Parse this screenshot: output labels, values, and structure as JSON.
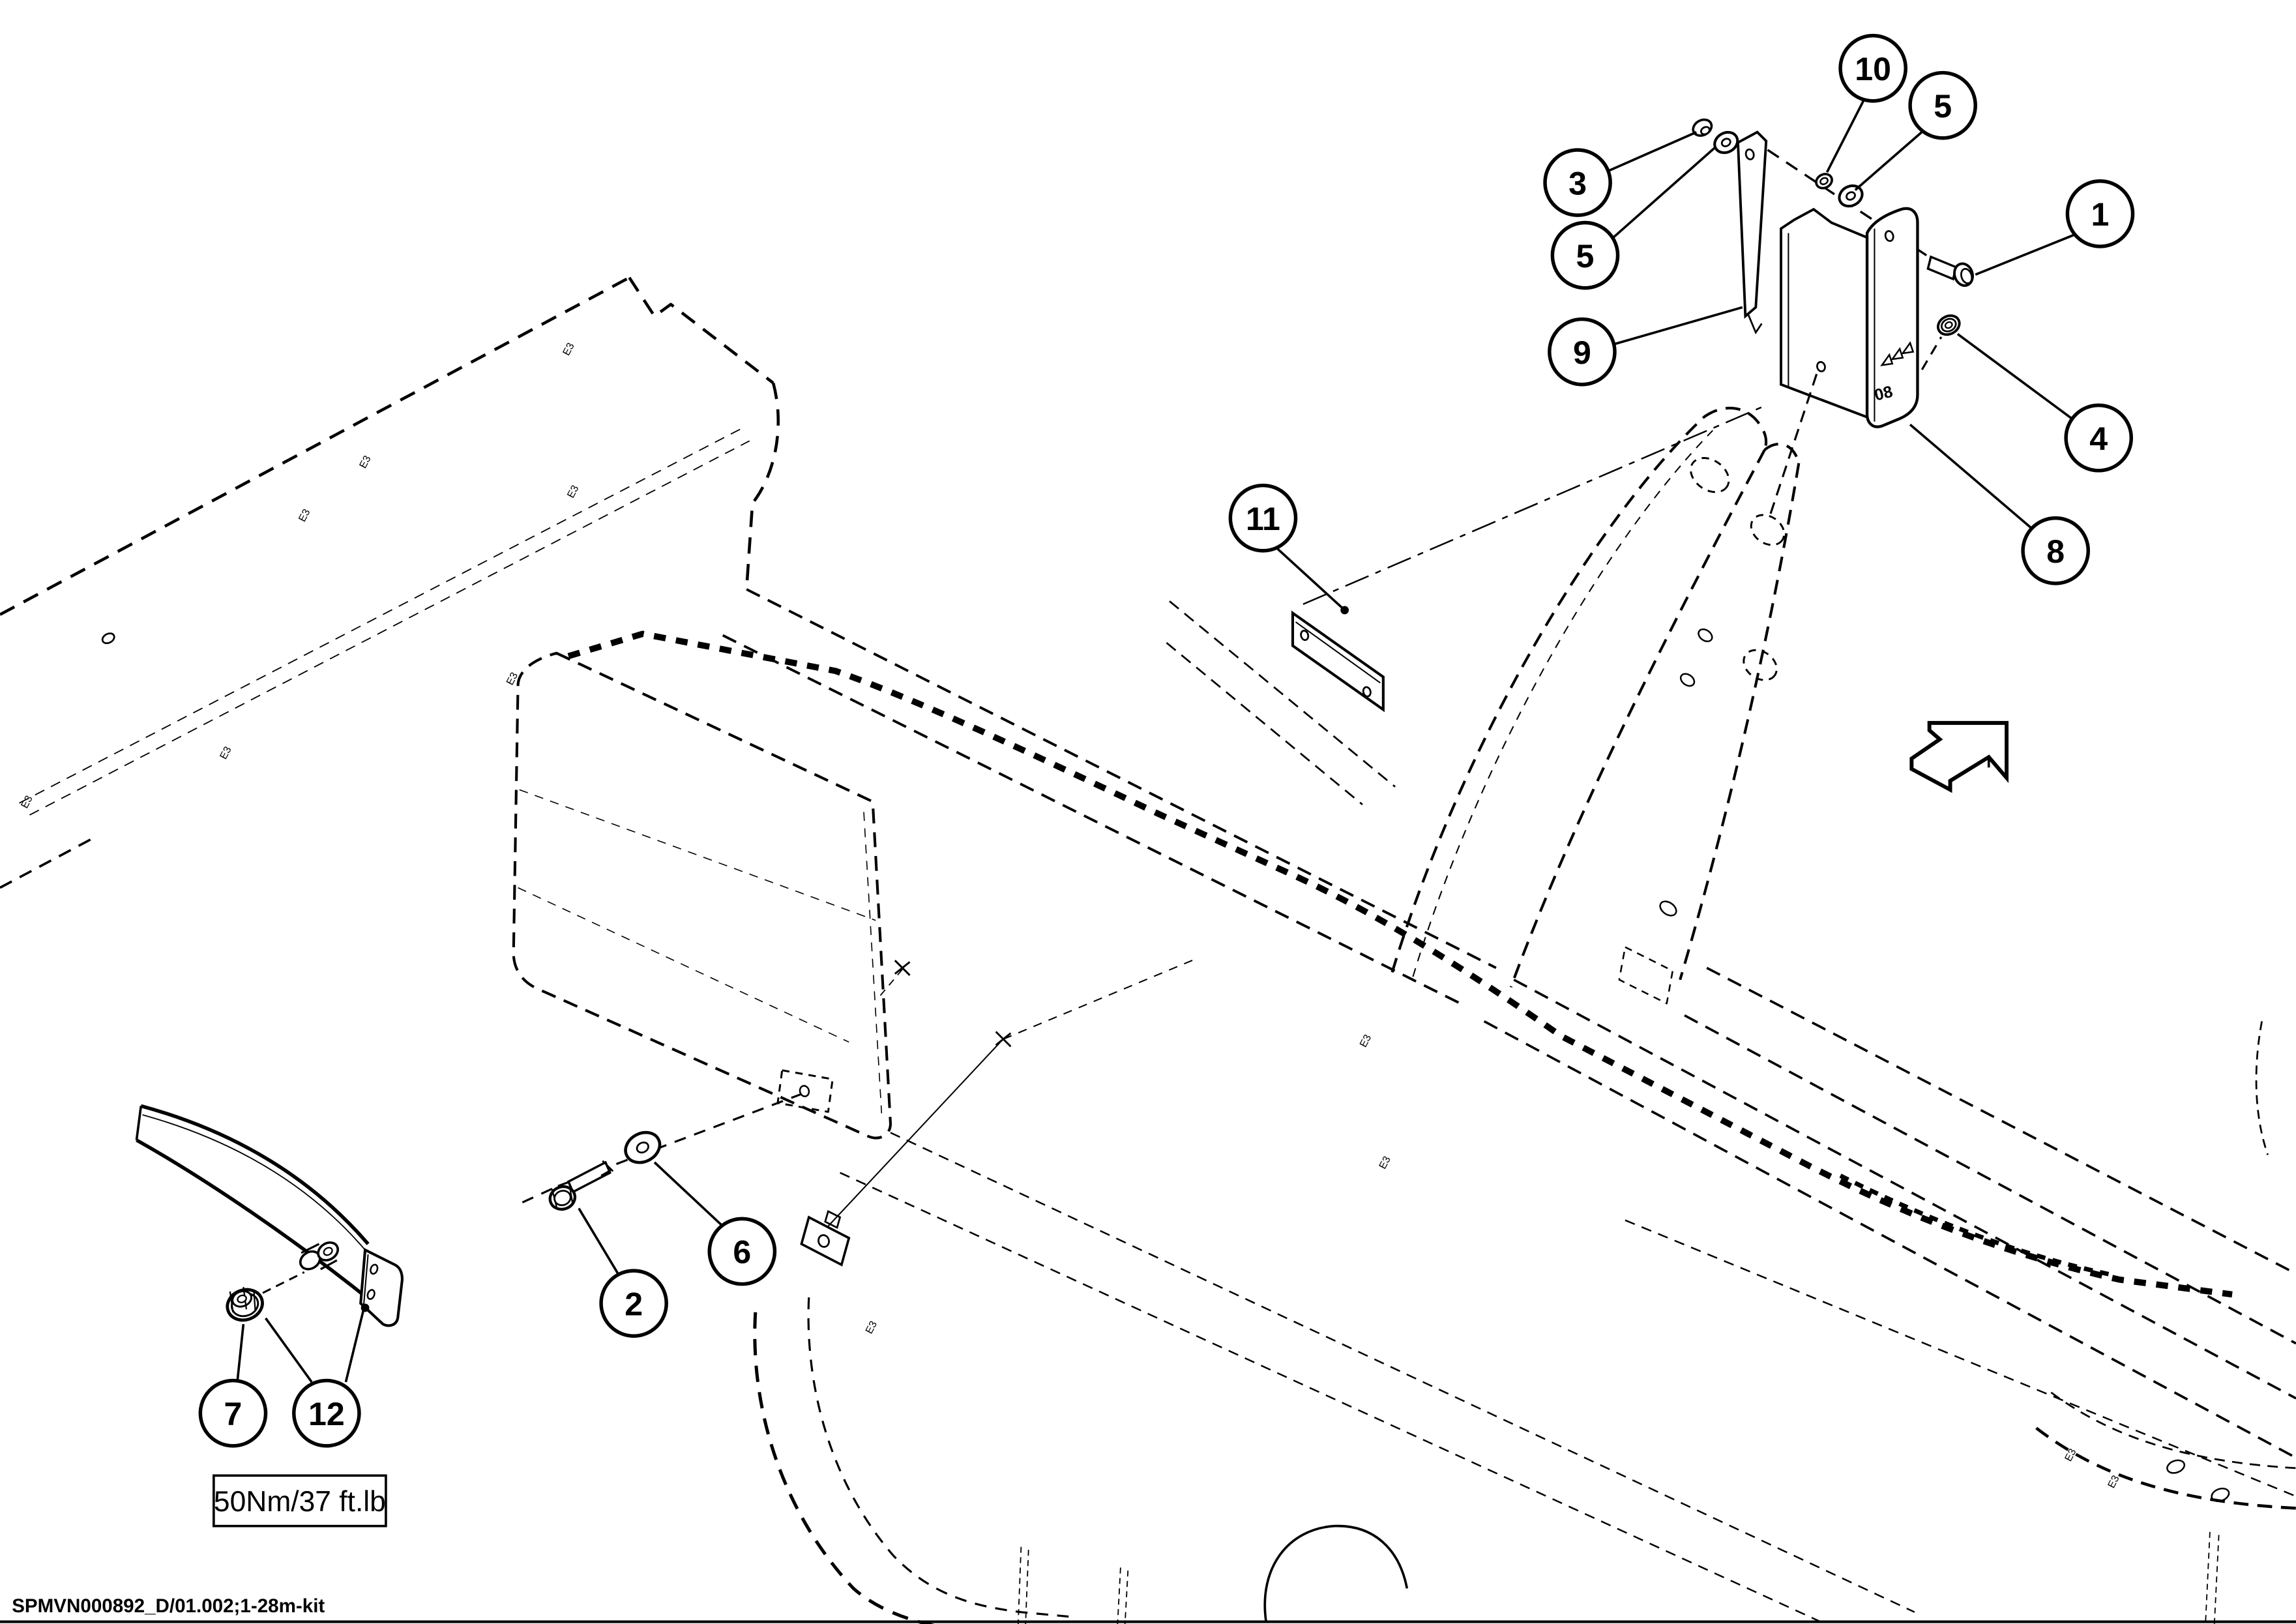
{
  "document": {
    "footer_code": "SPMVN000892_D/01.002;1-28m-kit",
    "type_label": "exploded parts diagram"
  },
  "torque_note": {
    "text": "50Nm/37 ft.lb"
  },
  "callouts": [
    {
      "label": "1"
    },
    {
      "label": "2"
    },
    {
      "label": "3"
    },
    {
      "label": "4"
    },
    {
      "label": "5"
    },
    {
      "label": "5"
    },
    {
      "label": "6"
    },
    {
      "label": "7"
    },
    {
      "label": "8"
    },
    {
      "label": "9"
    },
    {
      "label": "10"
    },
    {
      "label": "11"
    },
    {
      "label": "12"
    }
  ],
  "decorations": {
    "stamp_glyph": "E3",
    "plate_stamp": "08"
  },
  "icons": {
    "direction_arrow": "block-arrow-3d"
  },
  "colors": {
    "line": "#000000",
    "background": "#ffffff"
  }
}
